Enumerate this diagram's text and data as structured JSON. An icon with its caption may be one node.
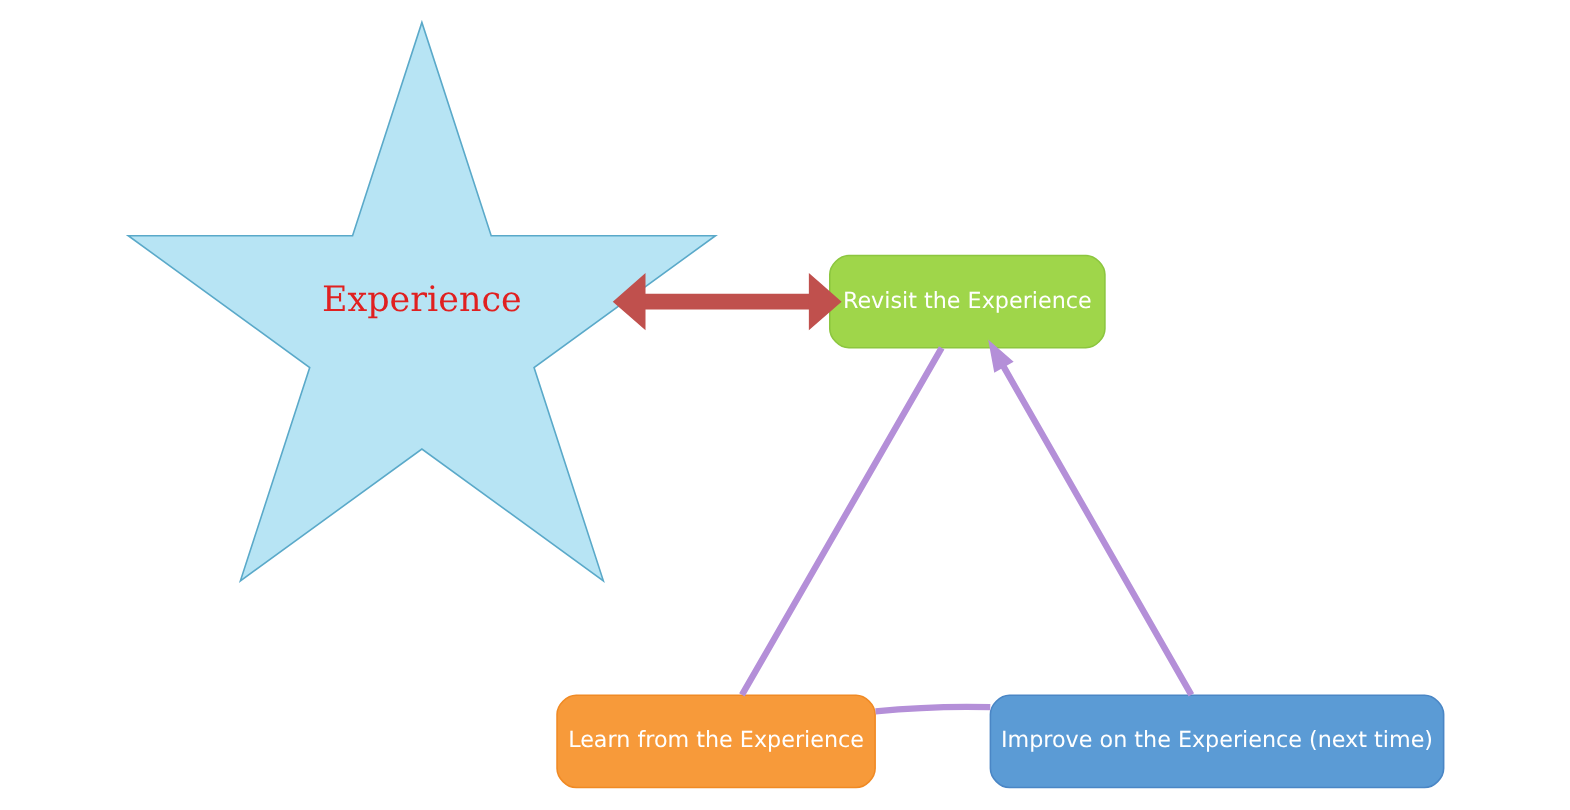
{
  "diagram": {
    "nodes": [
      {
        "text": [
          "Experience"
        ]
      },
      {
        "text": [
          "Revisit the Experience"
        ]
      },
      {
        "text": [
          "Learn from the Experience"
        ]
      },
      {
        "text": [
          "Improve on the Experience (next time)"
        ]
      }
    ],
    "edges": [
      {
        "from": 0,
        "to": 1,
        "arrow": "both",
        "style": "thick",
        "color": "#c0504d"
      },
      {
        "from": 1,
        "to": 2,
        "arrow": "none"
      },
      {
        "from": 2,
        "to": 3,
        "arrow": "none"
      },
      {
        "from": 3,
        "to": 1,
        "arrow": "to"
      }
    ]
  }
}
